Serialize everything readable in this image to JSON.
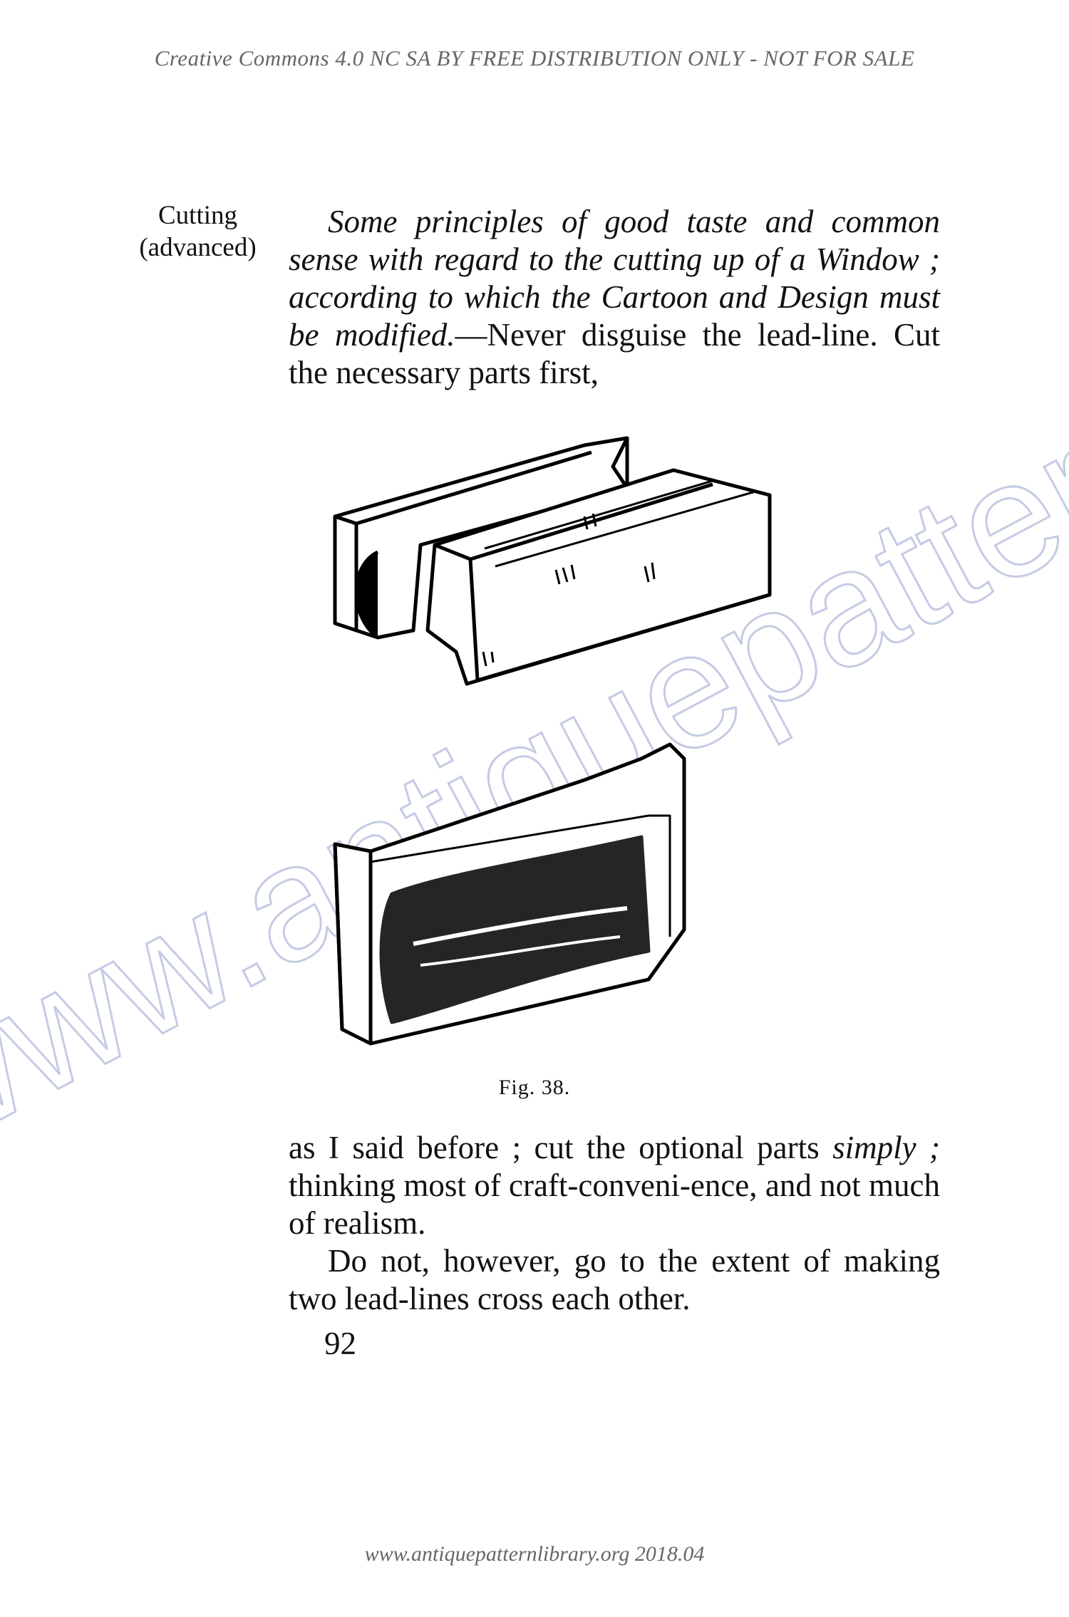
{
  "header": {
    "license_notice": "Creative Commons 4.0 NC SA BY FREE DISTRIBUTION ONLY - NOT FOR SALE"
  },
  "sidenote": {
    "line1": "Cutting",
    "line2": "(advanced)"
  },
  "body_top": {
    "italic_lead": "Some principles of good taste and common sense with regard to the cutting up of a Window ; according to which the Cartoon and Design must be modified.",
    "text": "—Never disguise the lead-line.  Cut the necessary parts first,"
  },
  "figure": {
    "caption": "Fig. 38."
  },
  "body_bottom": {
    "p1_start": "as I said before ; cut the optional parts ",
    "p1_italic": "simply ;",
    "p1_end": " thinking most of craft-conveni-ence, and not much of realism.",
    "p2": "Do not, however, go to the extent of making two lead-lines cross each other."
  },
  "page_number": "92",
  "footer": {
    "credit": "www.antiquepatternlibrary.org 2018.04"
  },
  "watermark": {
    "text": "www.antiquepatternlibrary.org",
    "color": "#c8cfe6"
  }
}
